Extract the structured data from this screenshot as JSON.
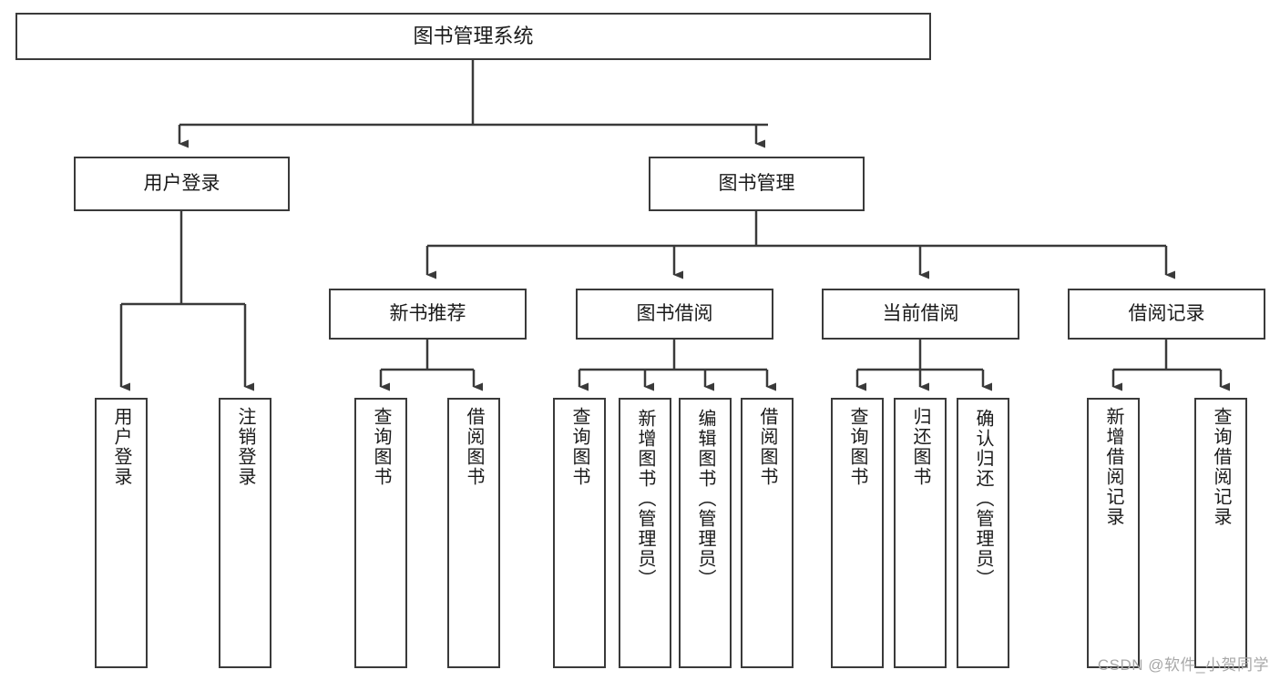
{
  "diagram": {
    "type": "tree",
    "title": "图书管理系统",
    "root": {
      "label": "图书管理系统"
    },
    "level2": [
      {
        "label": "用户登录"
      },
      {
        "label": "图书管理"
      }
    ],
    "level3": [
      {
        "label": "新书推荐"
      },
      {
        "label": "图书借阅"
      },
      {
        "label": "当前借阅"
      },
      {
        "label": "借阅记录"
      }
    ],
    "leaves": {
      "user_login": [
        {
          "label": "用户登录"
        },
        {
          "label": "注销登录"
        }
      ],
      "new_book_recommend": [
        {
          "label": "查询图书"
        },
        {
          "label": "借阅图书"
        }
      ],
      "book_borrow": [
        {
          "label": "查询图书"
        },
        {
          "label": "新增图书（管理员）"
        },
        {
          "label": "编辑图书（管理员）"
        },
        {
          "label": "借阅图书"
        }
      ],
      "current_borrow": [
        {
          "label": "查询图书"
        },
        {
          "label": "归还图书"
        },
        {
          "label": "确认归还（管理员）"
        }
      ],
      "borrow_record": [
        {
          "label": "新增借阅记录"
        },
        {
          "label": "查询借阅记录"
        }
      ]
    }
  },
  "colors": {
    "stroke": "#3a3a3a",
    "text": "#1a1a1a",
    "background": "#ffffff",
    "watermark": "#a8a8a8"
  },
  "watermark": {
    "text": "CSDN @软件_小贺同学"
  }
}
